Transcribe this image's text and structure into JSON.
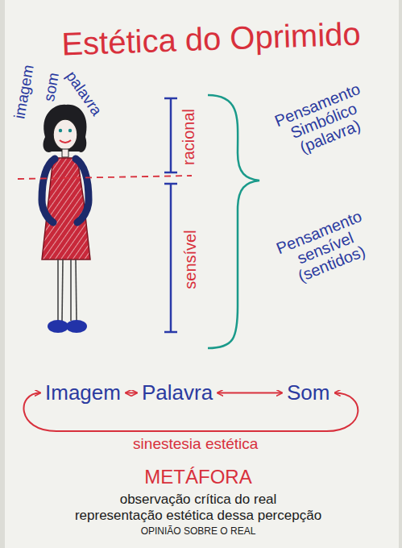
{
  "diagram": {
    "title": "Estética do Oprimido",
    "nodes": [
      {
        "text": [
          "Imagem"
        ]
      },
      {
        "text": [
          "Palavra"
        ]
      },
      {
        "text": [
          "Som"
        ]
      }
    ],
    "edges": [
      {
        "from": 0,
        "to": 1,
        "arrow": "both"
      },
      {
        "from": 1,
        "to": 2,
        "arrow": "both"
      },
      {
        "from": 2,
        "to": 0,
        "label": "sinestesia estética",
        "arrow": "both"
      }
    ],
    "labels": [
      "imagem",
      "som",
      "palavra",
      "racional",
      "sensível",
      "Pensamento Simbólico (palavra)",
      "Pensamento sensível (sentidos)",
      "METÁFORA",
      "observação crítica do real",
      "representação estética dessa percepção",
      "OPINIÃO SOBRE O REAL"
    ]
  }
}
